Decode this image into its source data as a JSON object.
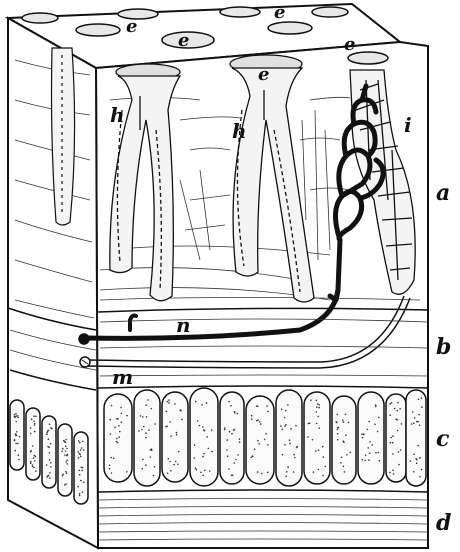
{
  "labels": {
    "e": "e",
    "h": "h",
    "i": "i",
    "n": "n",
    "m": "m",
    "a": "a",
    "b": "b",
    "c": "c",
    "d": "d"
  },
  "colors": {
    "ink": "#111111",
    "paper": "#ffffff",
    "fill": "#f4f4f4"
  }
}
